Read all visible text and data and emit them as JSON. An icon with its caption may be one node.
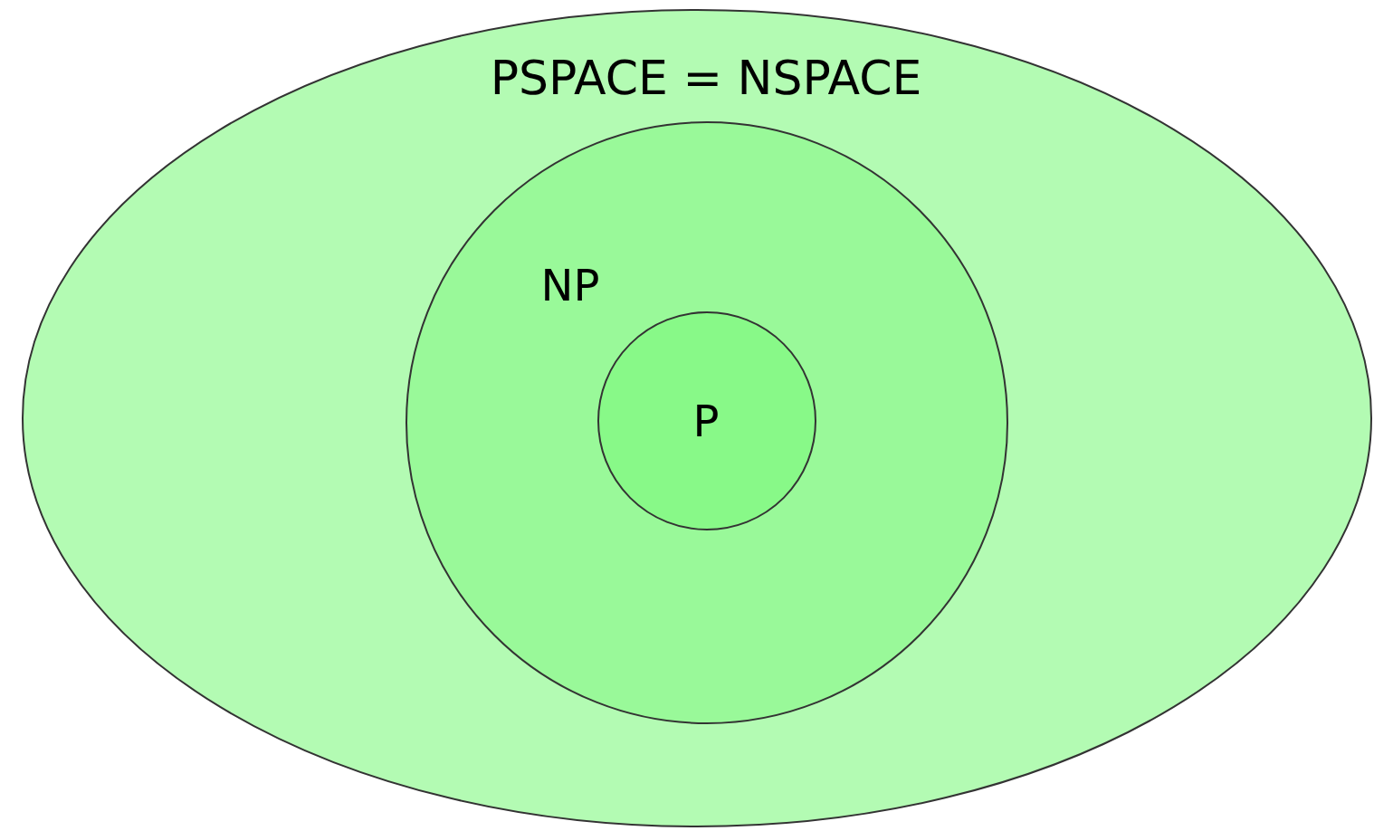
{
  "diagram": {
    "nodes": [
      {
        "text": [
          "PSPACE = NSPACE"
        ]
      },
      {
        "text": [
          "NP"
        ],
        "in": 0
      },
      {
        "text": [
          "P"
        ],
        "in": 1
      }
    ]
  }
}
